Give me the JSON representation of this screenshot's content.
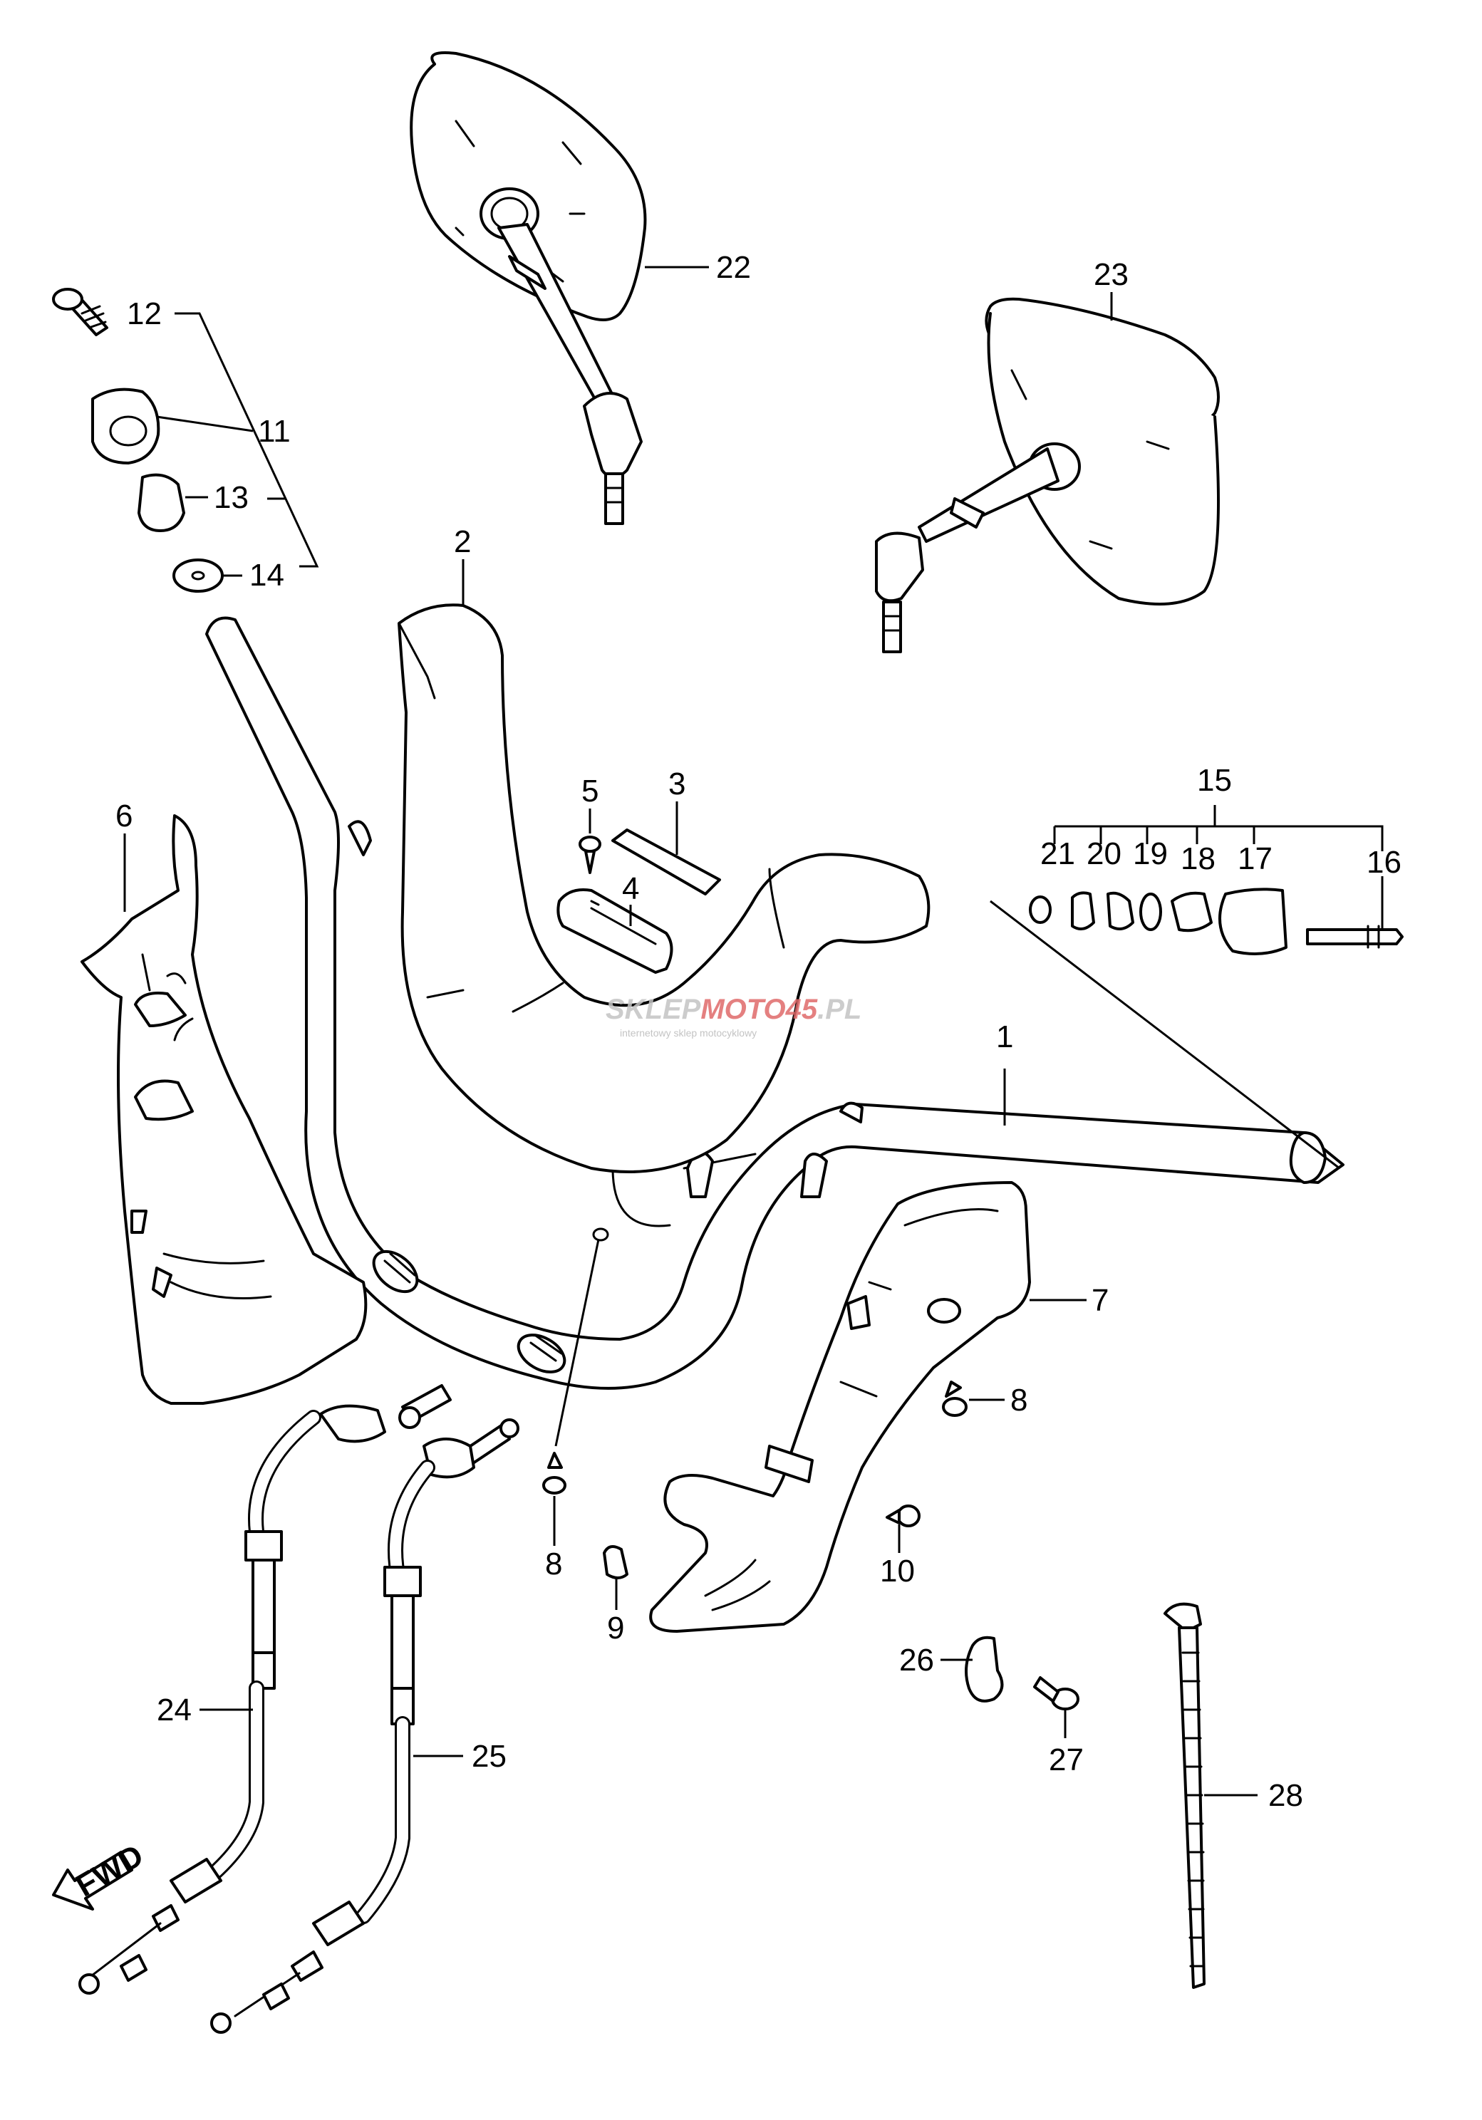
{
  "callouts": [
    {
      "id": "p1",
      "label": "1"
    },
    {
      "id": "p2",
      "label": "2"
    },
    {
      "id": "p3",
      "label": "3"
    },
    {
      "id": "p4",
      "label": "4"
    },
    {
      "id": "p5",
      "label": "5"
    },
    {
      "id": "p6",
      "label": "6"
    },
    {
      "id": "p7",
      "label": "7"
    },
    {
      "id": "p8a",
      "label": "8"
    },
    {
      "id": "p8b",
      "label": "8"
    },
    {
      "id": "p9",
      "label": "9"
    },
    {
      "id": "p10",
      "label": "10"
    },
    {
      "id": "p11",
      "label": "11"
    },
    {
      "id": "p12",
      "label": "12"
    },
    {
      "id": "p13",
      "label": "13"
    },
    {
      "id": "p14",
      "label": "14"
    },
    {
      "id": "p15",
      "label": "15"
    },
    {
      "id": "p16",
      "label": "16"
    },
    {
      "id": "p17",
      "label": "17"
    },
    {
      "id": "p18",
      "label": "18"
    },
    {
      "id": "p19",
      "label": "19"
    },
    {
      "id": "p20",
      "label": "20"
    },
    {
      "id": "p21",
      "label": "21"
    },
    {
      "id": "p22",
      "label": "22"
    },
    {
      "id": "p23",
      "label": "23"
    },
    {
      "id": "p24",
      "label": "24"
    },
    {
      "id": "p25",
      "label": "25"
    },
    {
      "id": "p26",
      "label": "26"
    },
    {
      "id": "p27",
      "label": "27"
    },
    {
      "id": "p28",
      "label": "28"
    }
  ],
  "fwd_arrow": {
    "label": "FWD",
    "icon": "fwd-arrow-icon"
  },
  "watermark": {
    "part1": "SKLEP",
    "part2": "MOTO",
    "part3": "45",
    "suffix": ".PL",
    "subtitle": "internetowy sklep motocyklowy",
    "colors": {
      "grey": "#c4c4c4",
      "red": "#e06a6a"
    }
  }
}
